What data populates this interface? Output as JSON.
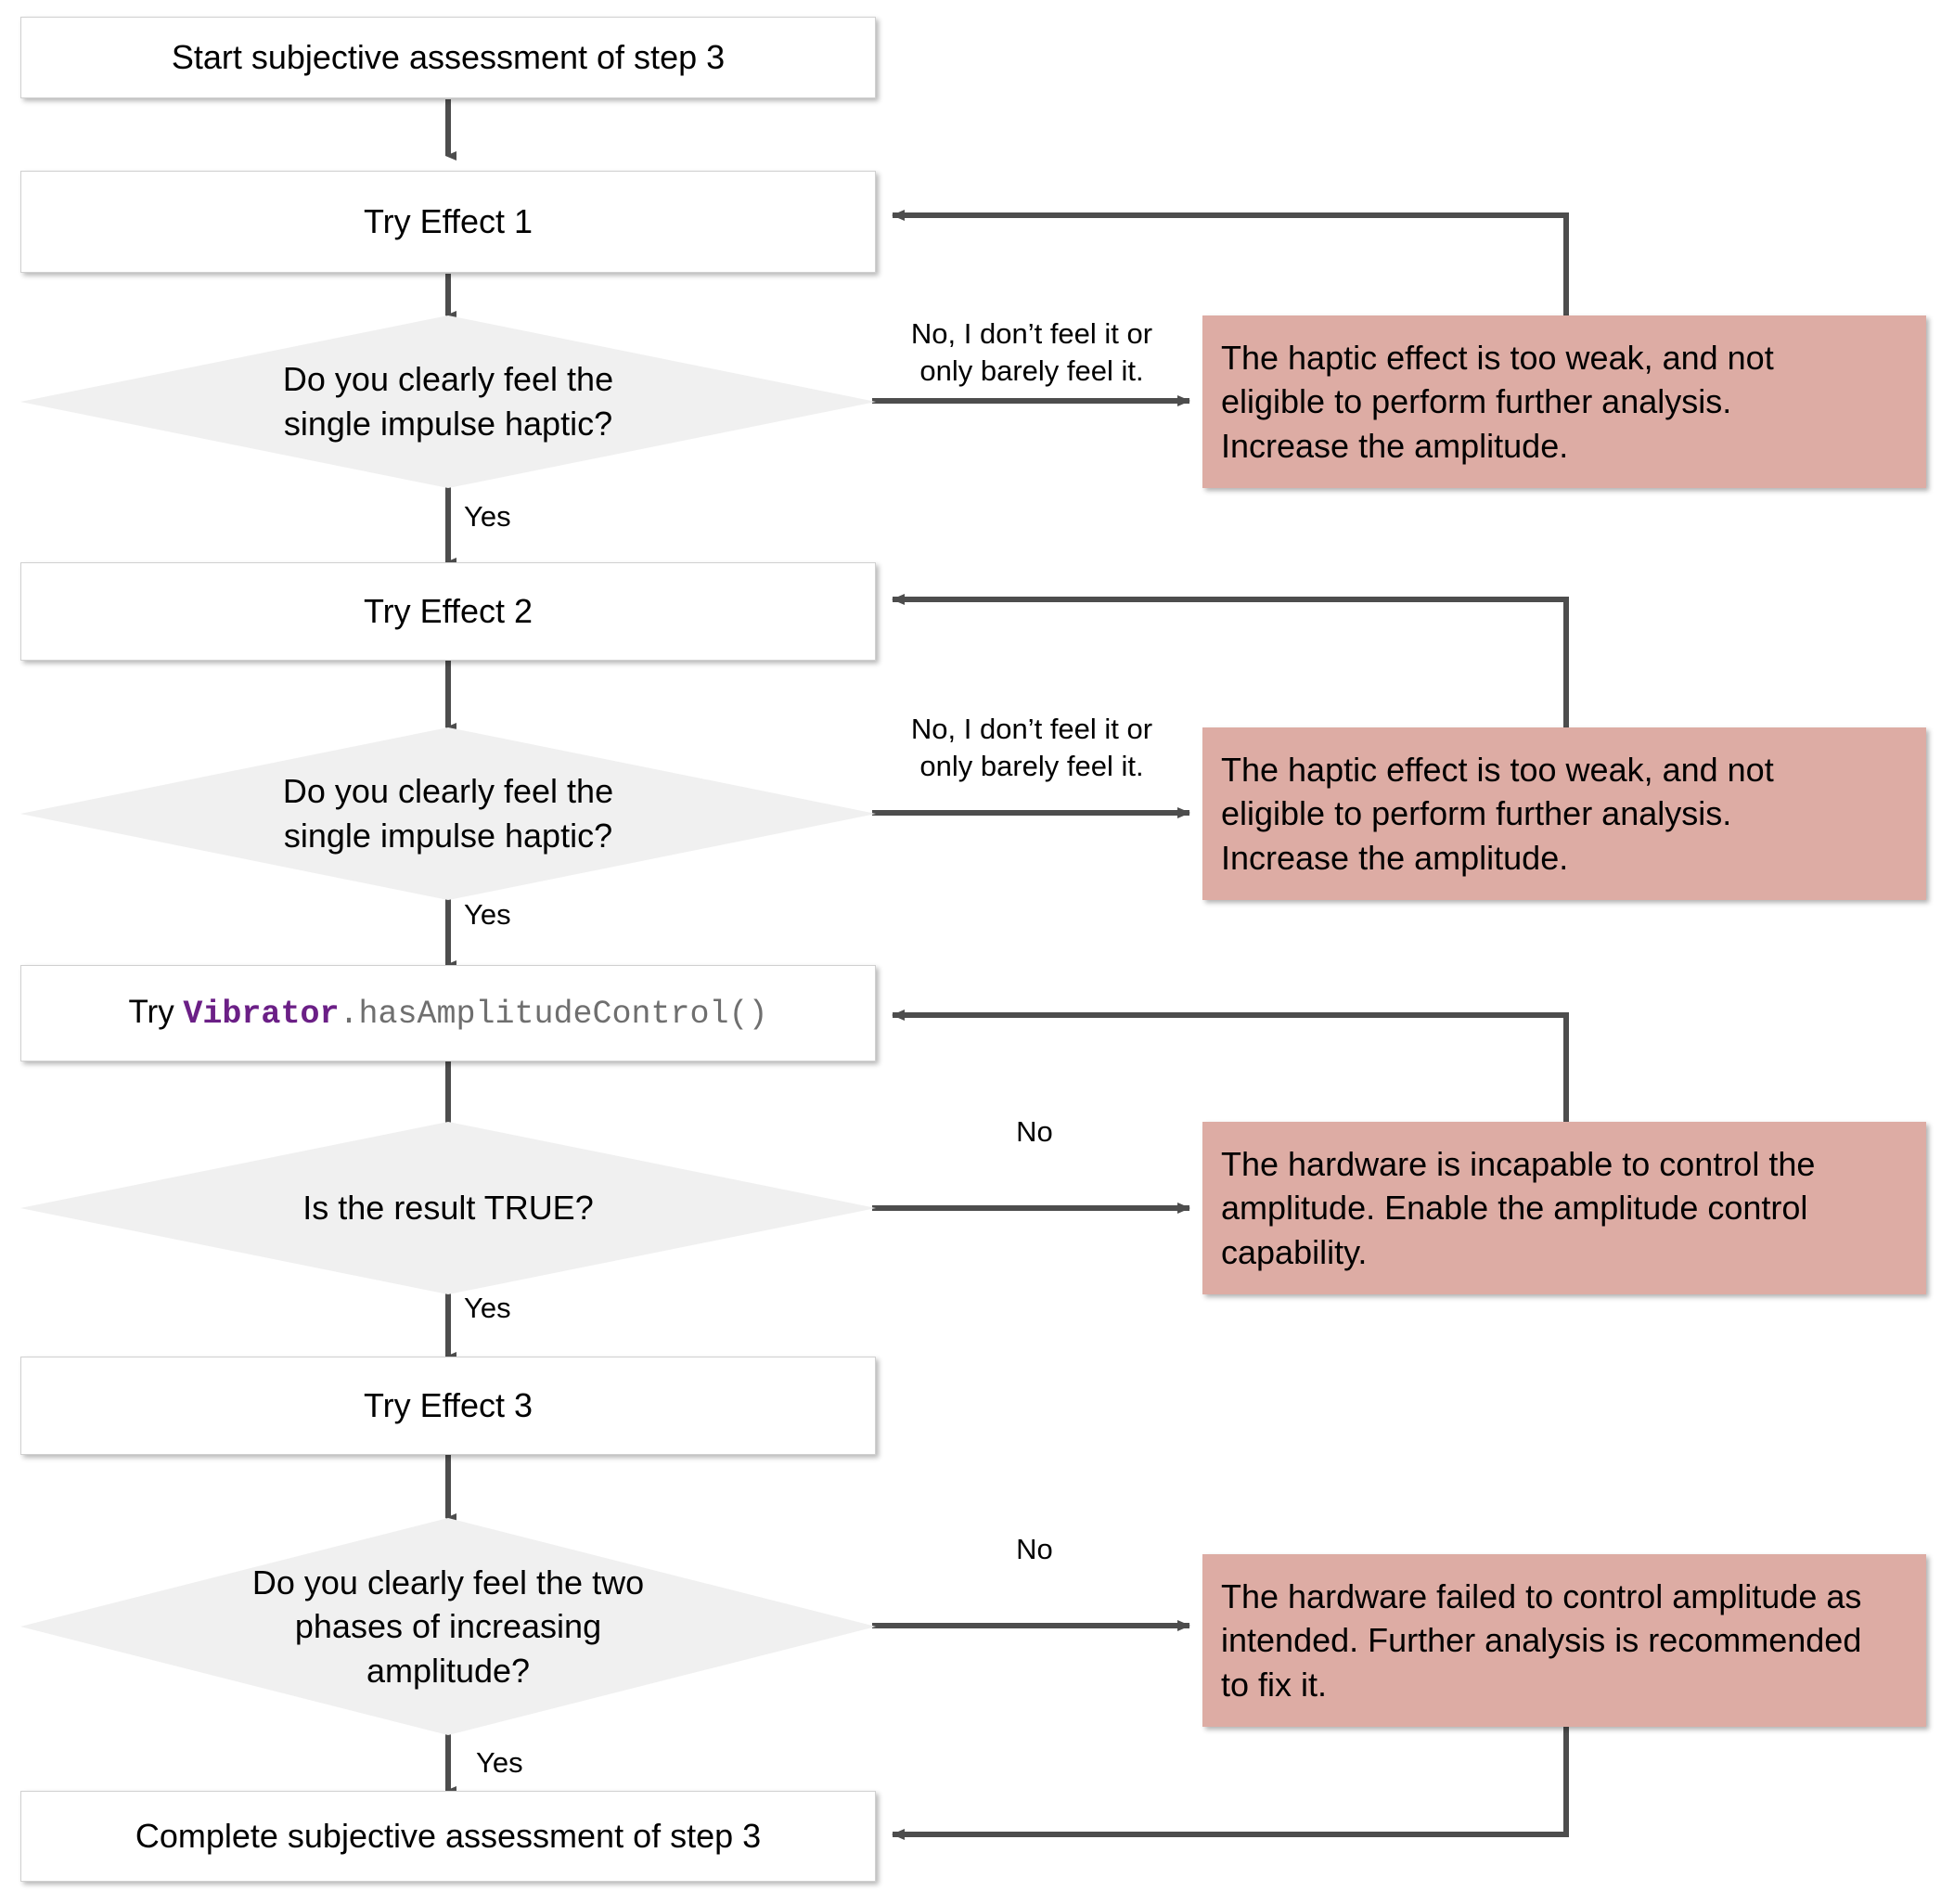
{
  "diagram": {
    "title": "Subjective assessment of step 3 flowchart",
    "type": "flowchart",
    "colors": {
      "process_fill": "#ffffff",
      "decision_fill": "#f0f0f0",
      "note_fill": "#ddaca4",
      "edge_stroke": "#4d4d4d",
      "code_keyword": "#6b1f86",
      "code_method": "#6f6f6f",
      "text": "#000000"
    }
  },
  "nodes": {
    "start": {
      "label": "Start subjective assessment of step 3"
    },
    "try_effect_1": {
      "label": "Try Effect 1"
    },
    "decision_1": {
      "line1": "Do you clearly feel the",
      "line2": "single impulse haptic?"
    },
    "note_1": {
      "line1": "The haptic effect is too weak, and not",
      "line2": "eligible to perform further analysis.",
      "line3": "Increase the amplitude."
    },
    "try_effect_2": {
      "label": "Try Effect 2"
    },
    "decision_2": {
      "line1": "Do you clearly feel the",
      "line2": "single impulse haptic?"
    },
    "note_2": {
      "line1": "The haptic effect is too weak, and not",
      "line2": "eligible to perform further analysis.",
      "line3": "Increase the amplitude."
    },
    "try_has_amplitude_control": {
      "prefix": "Try ",
      "class_name": "Vibrator",
      "method": ".hasAmplitudeControl()"
    },
    "decision_3": {
      "label": "Is the result TRUE?"
    },
    "note_3": {
      "line1": "The hardware is incapable to control the",
      "line2": "amplitude. Enable the amplitude control",
      "line3": "capability."
    },
    "try_effect_3": {
      "label": "Try Effect 3"
    },
    "decision_4": {
      "line1": "Do you clearly feel the two",
      "line2": "phases of increasing",
      "line3": "amplitude?"
    },
    "note_4": {
      "line1": "The hardware failed to control amplitude as",
      "line2": "intended. Further analysis is recommended",
      "line3": "to fix it."
    },
    "complete": {
      "label": "Complete subjective assessment of step 3"
    }
  },
  "edge_labels": {
    "no_feel_1_line1": "No, I don’t feel it or",
    "no_feel_1_line2": "only barely feel it.",
    "no_feel_2_line1": "No, I don’t feel it or",
    "no_feel_2_line2": "only barely feel it.",
    "yes_1": "Yes",
    "yes_2": "Yes",
    "yes_3": "Yes",
    "yes_4": "Yes",
    "no_3": "No",
    "no_4": "No"
  }
}
